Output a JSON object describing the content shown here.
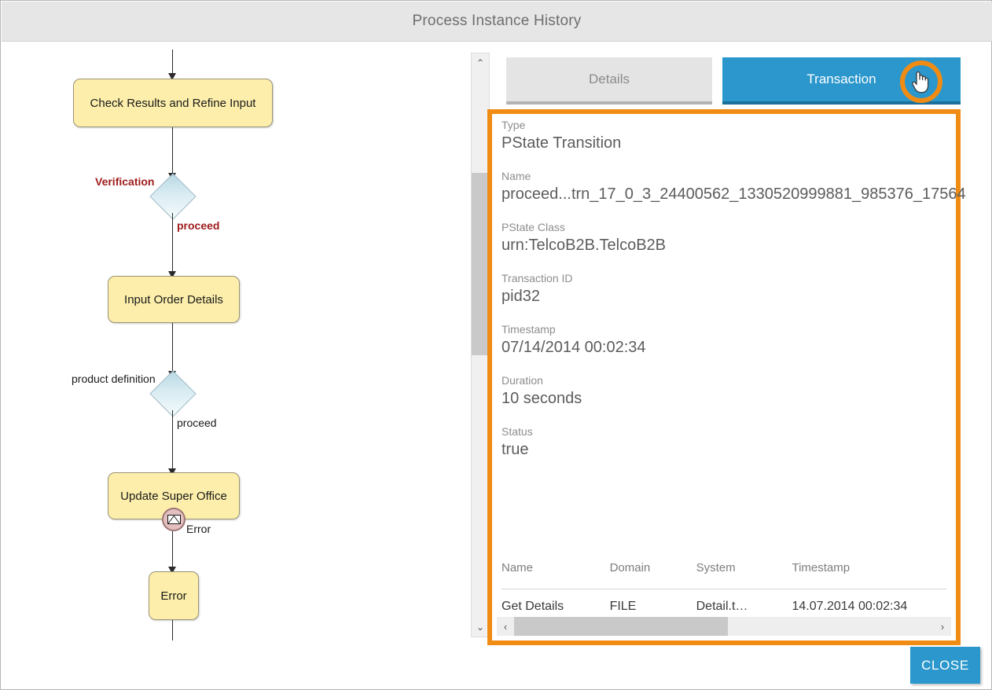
{
  "window": {
    "title": "Process Instance History"
  },
  "tabs": [
    {
      "id": "details",
      "label": "Details",
      "active": false
    },
    {
      "id": "transaction",
      "label": "Transaction",
      "active": true
    }
  ],
  "cursor": {
    "icon": "pointing-hand-cursor",
    "highlight_color": "#f08c14"
  },
  "panel": {
    "border_color": "#f08c14",
    "fields": [
      {
        "label": "Type",
        "value": "PState Transition"
      },
      {
        "label": "Name",
        "value": "proceed...trn_17_0_3_24400562_1330520999881_985376_17564"
      },
      {
        "label": "PState Class",
        "value": "urn:TelcoB2B.TelcoB2B"
      },
      {
        "label": "Transaction ID",
        "value": "pid32"
      },
      {
        "label": "Timestamp",
        "value": "07/14/2014 00:02:34"
      },
      {
        "label": "Duration",
        "value": "10 seconds"
      },
      {
        "label": "Status",
        "value": "true"
      }
    ],
    "table": {
      "columns": [
        "Name",
        "Domain",
        "System",
        "Timestamp"
      ],
      "rows": [
        [
          "Get Details",
          "FILE",
          "Detail.t…",
          "14.07.2014 00:02:34"
        ]
      ]
    },
    "hscrollbar": {
      "left_arrow": "‹",
      "right_arrow": "›"
    }
  },
  "vscrollbar": {
    "up_arrow": "⌃",
    "down_arrow": "⌄"
  },
  "footer": {
    "close_label": "CLOSE"
  },
  "diagram": {
    "nodes": [
      {
        "id": "check-results",
        "label": "Check Results and Refine Input"
      },
      {
        "id": "input-order",
        "label": "Input Order Details"
      },
      {
        "id": "update-super-office",
        "label": "Update Super Office"
      },
      {
        "id": "error",
        "label": "Error"
      }
    ],
    "gateways": [
      {
        "id": "verification-gateway",
        "label": "Verification"
      },
      {
        "id": "product-definition-gateway",
        "label": "product definition"
      }
    ],
    "edge_labels": [
      {
        "id": "verification",
        "text": "Verification",
        "style": "red"
      },
      {
        "id": "proceed-1",
        "text": "proceed",
        "style": "red"
      },
      {
        "id": "product-definition",
        "text": "product definition",
        "style": "plain"
      },
      {
        "id": "proceed-2",
        "text": "proceed",
        "style": "plain"
      },
      {
        "id": "error-boundary",
        "text": "Error",
        "style": "plain"
      }
    ],
    "colors": {
      "task_fill": "#fdefab",
      "gateway_fill": "#d9ecf2",
      "error_icon": "#e4bfbf"
    }
  }
}
